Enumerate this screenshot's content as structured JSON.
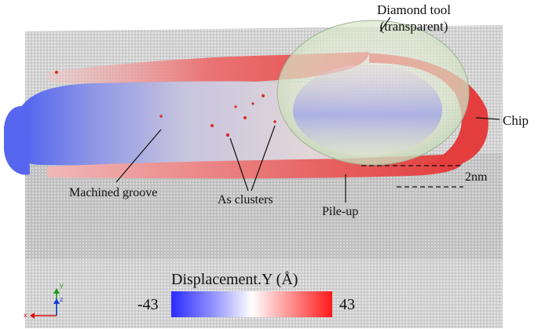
{
  "labels": {
    "diamond_tool": "Diamond tool",
    "diamond_tool_sub": "(transparent)",
    "chip": "Chip",
    "machined_groove": "Machined groove",
    "as_clusters": "As clusters",
    "pile_up": "Pile-up",
    "depth": "2nm"
  },
  "legend": {
    "title": "Displacement.Y (Å)",
    "min": "-43",
    "max": "43",
    "colors": [
      "#2a2aff",
      "#ffffff",
      "#ff1a1a"
    ]
  },
  "axes": {
    "x": "x",
    "y": "y",
    "z": "z",
    "x_color": "#e01010",
    "y_color": "#1a9a1a",
    "z_color": "#1a3ad8"
  },
  "colors": {
    "atoms": "#d0d0d0",
    "background": "#ffffff"
  }
}
